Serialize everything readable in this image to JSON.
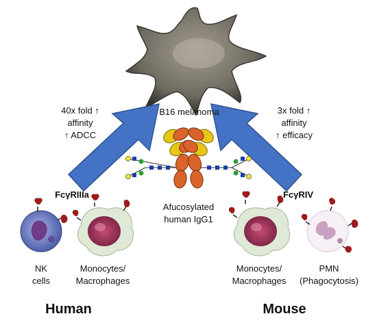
{
  "center": {
    "tumor_label": "B16 melanoma",
    "antibody_label_line1": "Afucosylated",
    "antibody_label_line2": "human IgG1"
  },
  "human": {
    "heading": "Human",
    "receptor": "FcγRIIIa",
    "effect_line1": "40x fold ↑",
    "effect_line2": "affinity",
    "effect_line3": "↑ ADCC",
    "cell1_line1": "NK",
    "cell1_line2": "cells",
    "cell2_line1": "Monocytes/",
    "cell2_line2": "Macrophages"
  },
  "mouse": {
    "heading": "Mouse",
    "receptor": "FcγRIV",
    "effect_line1": "3x fold ↑",
    "effect_line2": "affinity",
    "effect_line3": "↑ efficacy",
    "cell1_line1": "Monocytes/",
    "cell1_line2": "Macrophages",
    "cell2_line1": "PMN",
    "cell2_line2": "(Phagocytosis)"
  },
  "colors": {
    "arrow": "#4472c4",
    "arrow_edge": "#2f528f",
    "tumor": "#8a8478",
    "antibody_heavy": "#d9632b",
    "antibody_light": "#e6c619",
    "glycan_blue": "#1f3fa8",
    "glycan_green": "#2e9e3a",
    "glycan_yellow": "#f2e72a",
    "receptor": "#9b1c1c",
    "nk_cell": "#7f8fd0",
    "macrophage": "#c2577a",
    "pmn": "#c8a2c0"
  },
  "icons": [
    "tumor-cell-icon",
    "antibody-icon",
    "nk-cell-icon",
    "macrophage-icon",
    "pmn-cell-icon",
    "fc-receptor-icon"
  ]
}
